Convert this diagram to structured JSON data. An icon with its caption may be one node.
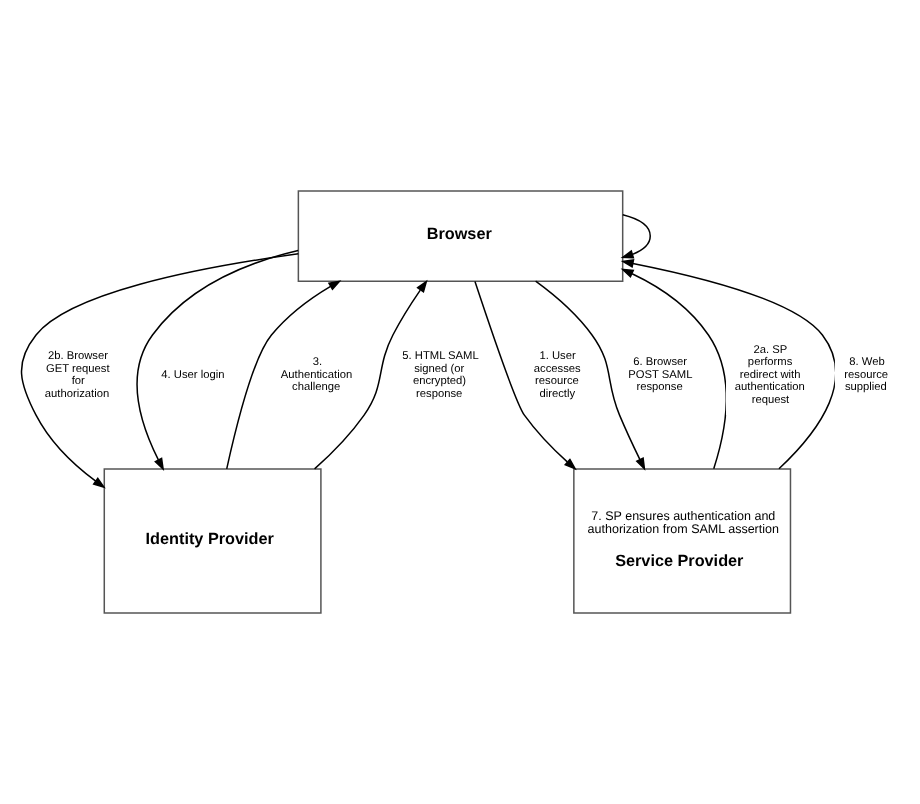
{
  "diagram": {
    "nodes": [
      {
        "text": [
          "Browser"
        ]
      },
      {
        "text": [
          "Identity Provider"
        ]
      },
      {
        "text": [
          "7. SP ensures authentication and authorization from SAML assertion",
          "Service Provider"
        ]
      }
    ],
    "edges": [
      {
        "from": 0,
        "to": 2,
        "arrow": "to",
        "label": "1. User accesses resource directly"
      },
      {
        "from": 2,
        "to": 0,
        "arrow": "to",
        "label": "2a. SP performs redirect with authentication request"
      },
      {
        "from": 0,
        "to": 0,
        "arrow": "to"
      },
      {
        "from": 0,
        "to": 1,
        "arrow": "to",
        "label": "2b. Browser GET request for authorization"
      },
      {
        "from": 1,
        "to": 0,
        "arrow": "to",
        "label": "3. Authentication challenge"
      },
      {
        "from": 0,
        "to": 1,
        "arrow": "to",
        "label": "4. User login"
      },
      {
        "from": 1,
        "to": 0,
        "arrow": "to",
        "label": "5. HTML SAML signed (or encrypted) response"
      },
      {
        "from": 0,
        "to": 2,
        "arrow": "to",
        "label": "6. Browser POST SAML response"
      },
      {
        "from": 2,
        "to": 0,
        "arrow": "to",
        "label": "8. Web resource supplied"
      }
    ]
  }
}
